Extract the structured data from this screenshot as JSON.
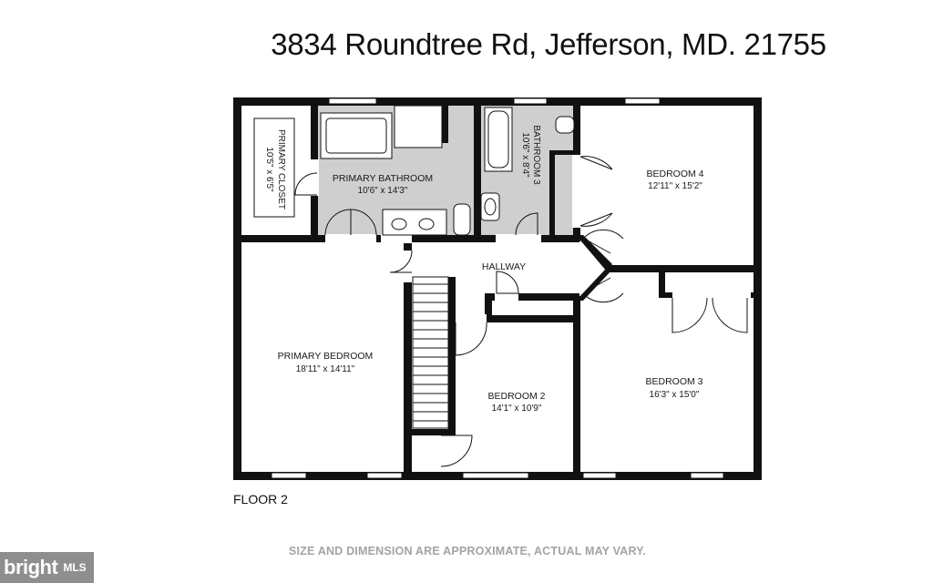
{
  "header": {
    "address": "3834 Roundtree Rd, Jefferson, MD. 21755"
  },
  "rooms": {
    "primary_closet": {
      "name": "PRIMARY CLOSET",
      "dims": "10'5\" x 6'5\""
    },
    "primary_bathroom": {
      "name": "PRIMARY BATHROOM",
      "dims": "10'6\" x 14'3\""
    },
    "bathroom_3": {
      "name": "BATHROOM 3",
      "dims": "10'6\" x 8'4\""
    },
    "bedroom_4": {
      "name": "BEDROOM 4",
      "dims": "12'11\" x 15'2\""
    },
    "hallway": {
      "name": "HALLWAY"
    },
    "primary_bedroom": {
      "name": "PRIMARY BEDROOM",
      "dims": "18'11\" x 14'11\""
    },
    "bedroom_2": {
      "name": "BEDROOM 2",
      "dims": "14'1\" x 10'9\""
    },
    "bedroom_3": {
      "name": "BEDROOM 3",
      "dims": "16'3\" x 15'0\""
    }
  },
  "floor_label": "FLOOR 2",
  "disclaimer": "SIZE AND DIMENSION ARE APPROXIMATE, ACTUAL MAY VARY.",
  "watermark": {
    "brand": "bright",
    "suffix": "MLS"
  },
  "colors": {
    "wall": "#111111",
    "wet_area": "#cfcfcf",
    "fixture": "#ffffff"
  }
}
